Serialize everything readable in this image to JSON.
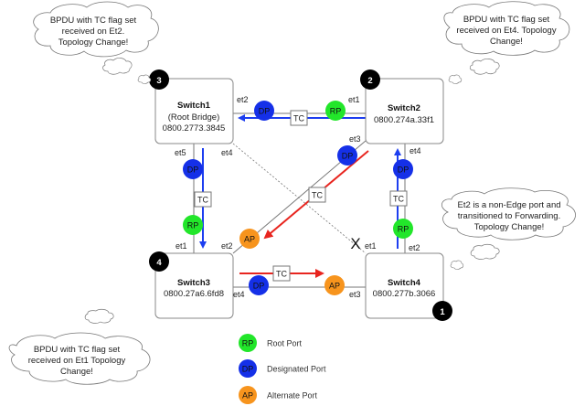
{
  "colors": {
    "root_port": "#22e62a",
    "designated_port": "#1530e8",
    "alternate_port": "#f7941d",
    "tc_arrow_blue": "#1d3ef0",
    "tc_arrow_red": "#e8251f",
    "blocked_x": "#e8251f",
    "badge": "#000000",
    "box_border": "#888888"
  },
  "switches": [
    {
      "id": "switch1",
      "name": "Switch1",
      "role": "(Root Bridge)",
      "mac": "0800.2773.3845",
      "badge": "3"
    },
    {
      "id": "switch2",
      "name": "Switch2",
      "role": "",
      "mac": "0800.274a.33f1",
      "badge": "2"
    },
    {
      "id": "switch3",
      "name": "Switch3",
      "role": "",
      "mac": "0800.27a6.6fd8",
      "badge": "4"
    },
    {
      "id": "switch4",
      "name": "Switch4",
      "role": "",
      "mac": "0800.277b.3066",
      "badge": "1"
    }
  ],
  "ports": {
    "s1_et2": "et2",
    "s1_et5": "et5",
    "s1_et4": "et4",
    "s2_et1": "et1",
    "s2_et3": "et3",
    "s2_et4": "et4",
    "s3_et1": "et1",
    "s3_et2": "et2",
    "s3_et4": "et4",
    "s4_et1": "et1",
    "s4_et2": "et2",
    "s4_et3": "et3"
  },
  "port_roles": {
    "rp": "RP",
    "dp": "DP",
    "ap": "AP"
  },
  "tc_label": "TC",
  "clouds": {
    "top_left": [
      "BPDU with TC flag set",
      "received on Et2.",
      "Topology Change!"
    ],
    "top_right": [
      "BPDU with TC flag set",
      "received on Et4.  Topology",
      "Change!"
    ],
    "mid_right": [
      "Et2 is a non-Edge port and",
      "transitioned to Forwarding.",
      "Topology Change!"
    ],
    "bottom_left": [
      "BPDU with TC flag set",
      "received on Et1  Topology",
      "Change!"
    ]
  },
  "legend": [
    {
      "abbr": "RP",
      "label": "Root Port"
    },
    {
      "abbr": "DP",
      "label": "Designated Port"
    },
    {
      "abbr": "AP",
      "label": "Alternate Port"
    }
  ],
  "blocked_marker": "X"
}
